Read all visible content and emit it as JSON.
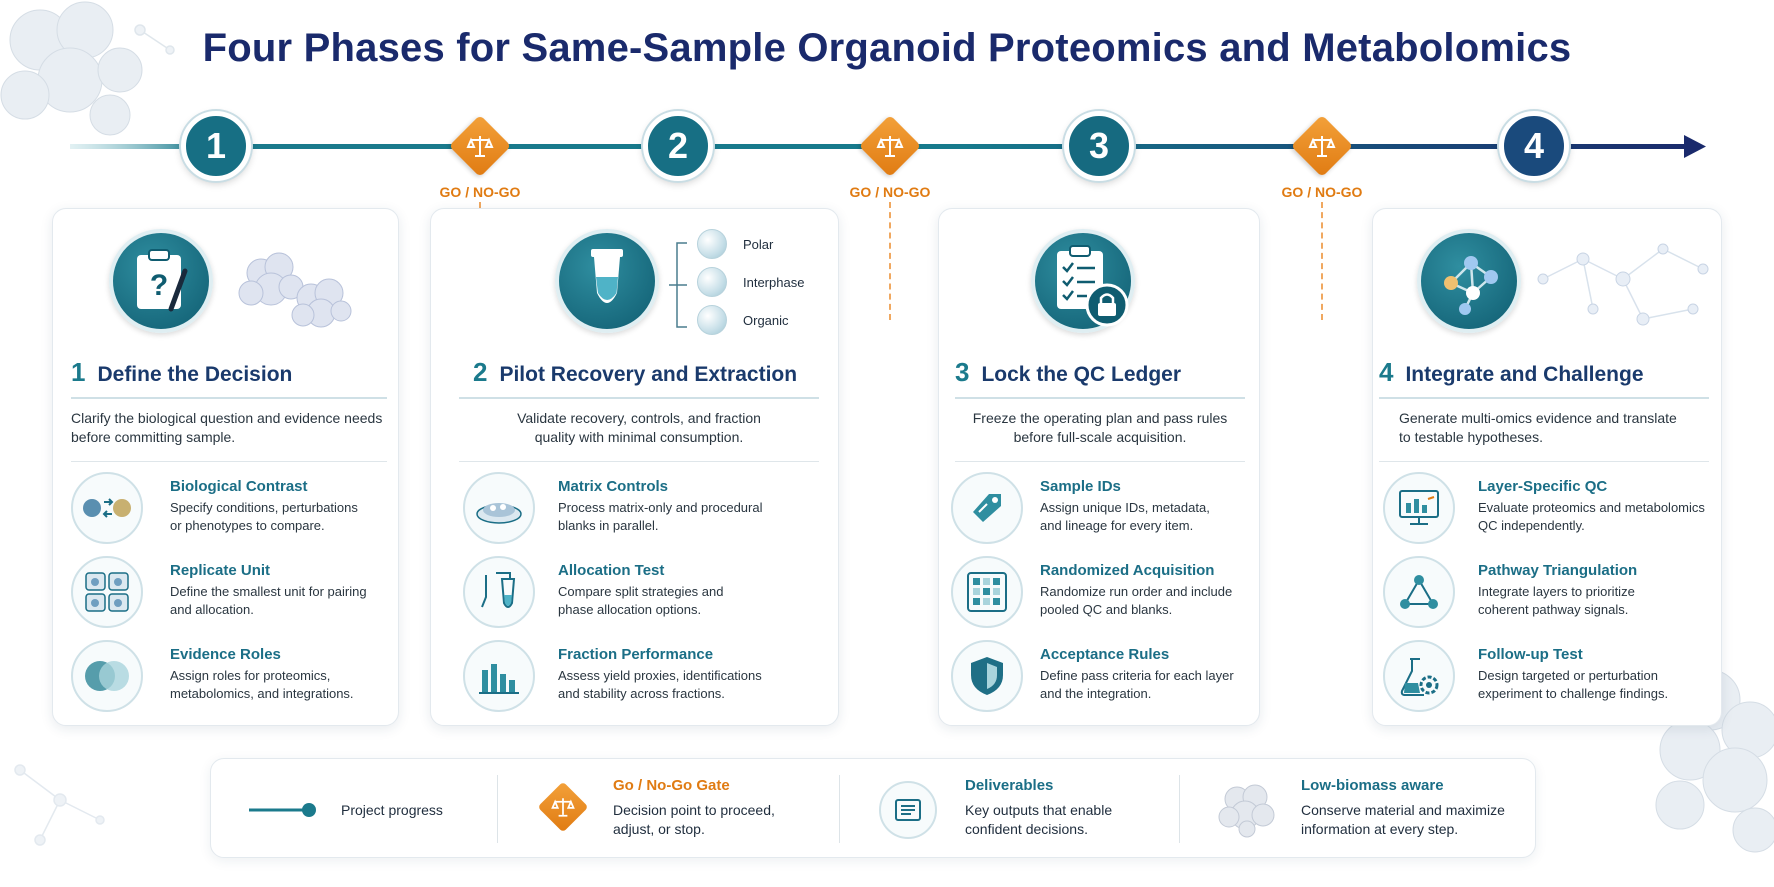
{
  "title": "Four Phases for Same-Sample Organoid Proteomics and Metabolomics",
  "colors": {
    "teal": "#1b7a8c",
    "navy": "#1a2a6c",
    "gate_orange": "#e07b12",
    "heading_blue": "#1a3a6c"
  },
  "timeline": {
    "phase_numbers": [
      "1",
      "2",
      "3",
      "4"
    ],
    "gate_label": "GO / NO-GO",
    "gate_icon": "scales-icon"
  },
  "phases": [
    {
      "number": "1",
      "title": "Define the Decision",
      "description_lines": [
        "Clarify the biological question and evidence needs",
        "before committing sample."
      ],
      "hero_icon": "clipboard-question-icon",
      "items": [
        {
          "title": "Biological Contrast",
          "lines": [
            "Specify conditions, perturbations",
            "or phenotypes to compare."
          ],
          "icon": "contrast-arrows-icon"
        },
        {
          "title": "Replicate Unit",
          "lines": [
            "Define the smallest unit for pairing",
            "and allocation."
          ],
          "icon": "replicate-wells-icon"
        },
        {
          "title": "Evidence Roles",
          "lines": [
            "Assign roles for proteomics,",
            "metabolomics, and integrations."
          ],
          "icon": "venn-icon"
        }
      ]
    },
    {
      "number": "2",
      "title": "Pilot Recovery and Extraction",
      "description_lines": [
        "Validate recovery, controls, and fraction",
        "quality with minimal consumption."
      ],
      "hero_icon": "tube-icon",
      "fractions": [
        "Polar",
        "Interphase",
        "Organic"
      ],
      "items": [
        {
          "title": "Matrix Controls",
          "lines": [
            "Process matrix-only and procedural",
            "blanks in parallel."
          ],
          "icon": "dish-icon"
        },
        {
          "title": "Allocation Test",
          "lines": [
            "Compare split strategies and",
            "phase allocation options."
          ],
          "icon": "pipette-icon"
        },
        {
          "title": "Fraction Performance",
          "lines": [
            "Assess yield proxies, identifications",
            "and stability across fractions."
          ],
          "icon": "bar-chart-icon"
        }
      ]
    },
    {
      "number": "3",
      "title": "Lock the QC Ledger",
      "description_lines": [
        "Freeze the operating plan and pass rules",
        "before full-scale acquisition."
      ],
      "hero_icon": "checklist-lock-icon",
      "items": [
        {
          "title": "Sample IDs",
          "lines": [
            "Assign unique IDs, metadata,",
            "and lineage for every item."
          ],
          "icon": "tag-icon"
        },
        {
          "title": "Randomized Acquisition",
          "lines": [
            "Randomize run order and include",
            "pooled QC and blanks."
          ],
          "icon": "grid-plate-icon"
        },
        {
          "title": "Acceptance Rules",
          "lines": [
            "Define pass criteria for each layer",
            "and the integration."
          ],
          "icon": "shield-check-icon"
        }
      ]
    },
    {
      "number": "4",
      "title": "Integrate and Challenge",
      "description_lines": [
        "Generate multi-omics evidence and translate",
        "to testable hypotheses."
      ],
      "hero_icon": "network-icon",
      "items": [
        {
          "title": "Layer-Specific QC",
          "lines": [
            "Evaluate proteomics and metabolomics",
            "QC independently."
          ],
          "icon": "monitor-chart-icon"
        },
        {
          "title": "Pathway Triangulation",
          "lines": [
            "Integrate layers to prioritize",
            "coherent pathway signals."
          ],
          "icon": "triangle-network-icon"
        },
        {
          "title": "Follow-up Test",
          "lines": [
            "Design targeted or perturbation",
            "experiment to challenge findings."
          ],
          "icon": "flask-gear-icon"
        }
      ]
    }
  ],
  "legend": {
    "progress": {
      "label": "Project progress",
      "icon": "progress-line-icon"
    },
    "gate": {
      "title": "Go / No-Go Gate",
      "lines": [
        "Decision point to proceed,",
        "adjust, or stop."
      ],
      "icon": "scales-icon"
    },
    "deliverables": {
      "title": "Deliverables",
      "lines": [
        "Key outputs that enable",
        "confident decisions."
      ],
      "icon": "document-icon"
    },
    "low_biomass": {
      "title": "Low-biomass aware",
      "lines": [
        "Conserve material and maximize",
        "information at every step."
      ],
      "icon": "organoid-icon"
    }
  }
}
